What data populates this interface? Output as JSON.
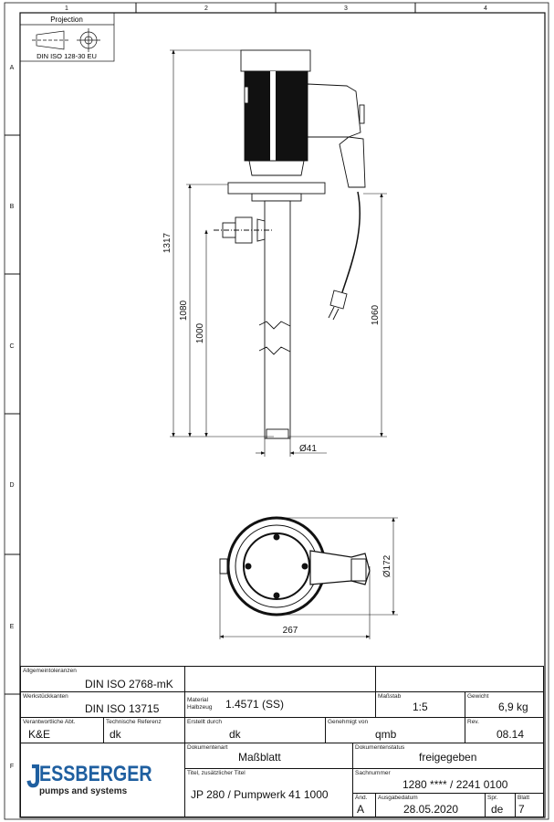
{
  "frame": {
    "columns": [
      "1",
      "2",
      "3",
      "4"
    ],
    "rows": [
      "A",
      "B",
      "C",
      "D",
      "E",
      "F"
    ]
  },
  "projection": {
    "title": "Projection",
    "standard": "DIN ISO 128-30  EU"
  },
  "dimensions": {
    "overall_height": "1317",
    "height_1080": "1080",
    "height_1000": "1000",
    "height_1060": "1060",
    "tube_diameter": "Ø41",
    "width": "267",
    "flange_diameter": "Ø172"
  },
  "title_block": {
    "general_tolerances": {
      "label": "Allgemeintoleranzen",
      "value": "DIN ISO 2768-mK"
    },
    "edges": {
      "label": "Werkstückkanten",
      "value": "DIN ISO 13715"
    },
    "department": {
      "label": "Verantwortliche Abt.",
      "value": "K&E"
    },
    "tech_ref": {
      "label": "Technische Referenz",
      "value": "dk"
    },
    "material": {
      "label1": "Material",
      "label2": "Halbzeug",
      "value": "1.4571 (SS)"
    },
    "scale": {
      "label": "Maßstab",
      "value": "1:5"
    },
    "weight": {
      "label": "Gewicht",
      "value": "6,9 kg"
    },
    "created_by": {
      "label": "Erstellt durch",
      "value": "dk"
    },
    "approved_by": {
      "label": "Genehmigt von",
      "value": "qmb"
    },
    "rev": {
      "label": "Rev.",
      "value": "08.14"
    },
    "doc_type": {
      "label": "Dokumentenart",
      "value": "Maßblatt"
    },
    "doc_status": {
      "label": "Dokumentenstatus",
      "value": "freigegeben"
    },
    "title": {
      "label": "Titel, zusätzlicher Titel",
      "value": "JP 280 / Pumpwerk 41 1000"
    },
    "part_number": {
      "label": "Sachnummer",
      "value": "1280 **** / 2241 0100"
    },
    "change": {
      "label": "Änd.",
      "value": "A"
    },
    "issue_date": {
      "label": "Ausgabedatum",
      "value": "28.05.2020"
    },
    "language": {
      "label": "Spr.",
      "value": "de"
    },
    "sheet": {
      "label": "Blatt",
      "value": "7"
    },
    "logo": {
      "name": "JESSBERGER",
      "tagline": "pumps and systems",
      "color": "#1f5fa0"
    }
  }
}
